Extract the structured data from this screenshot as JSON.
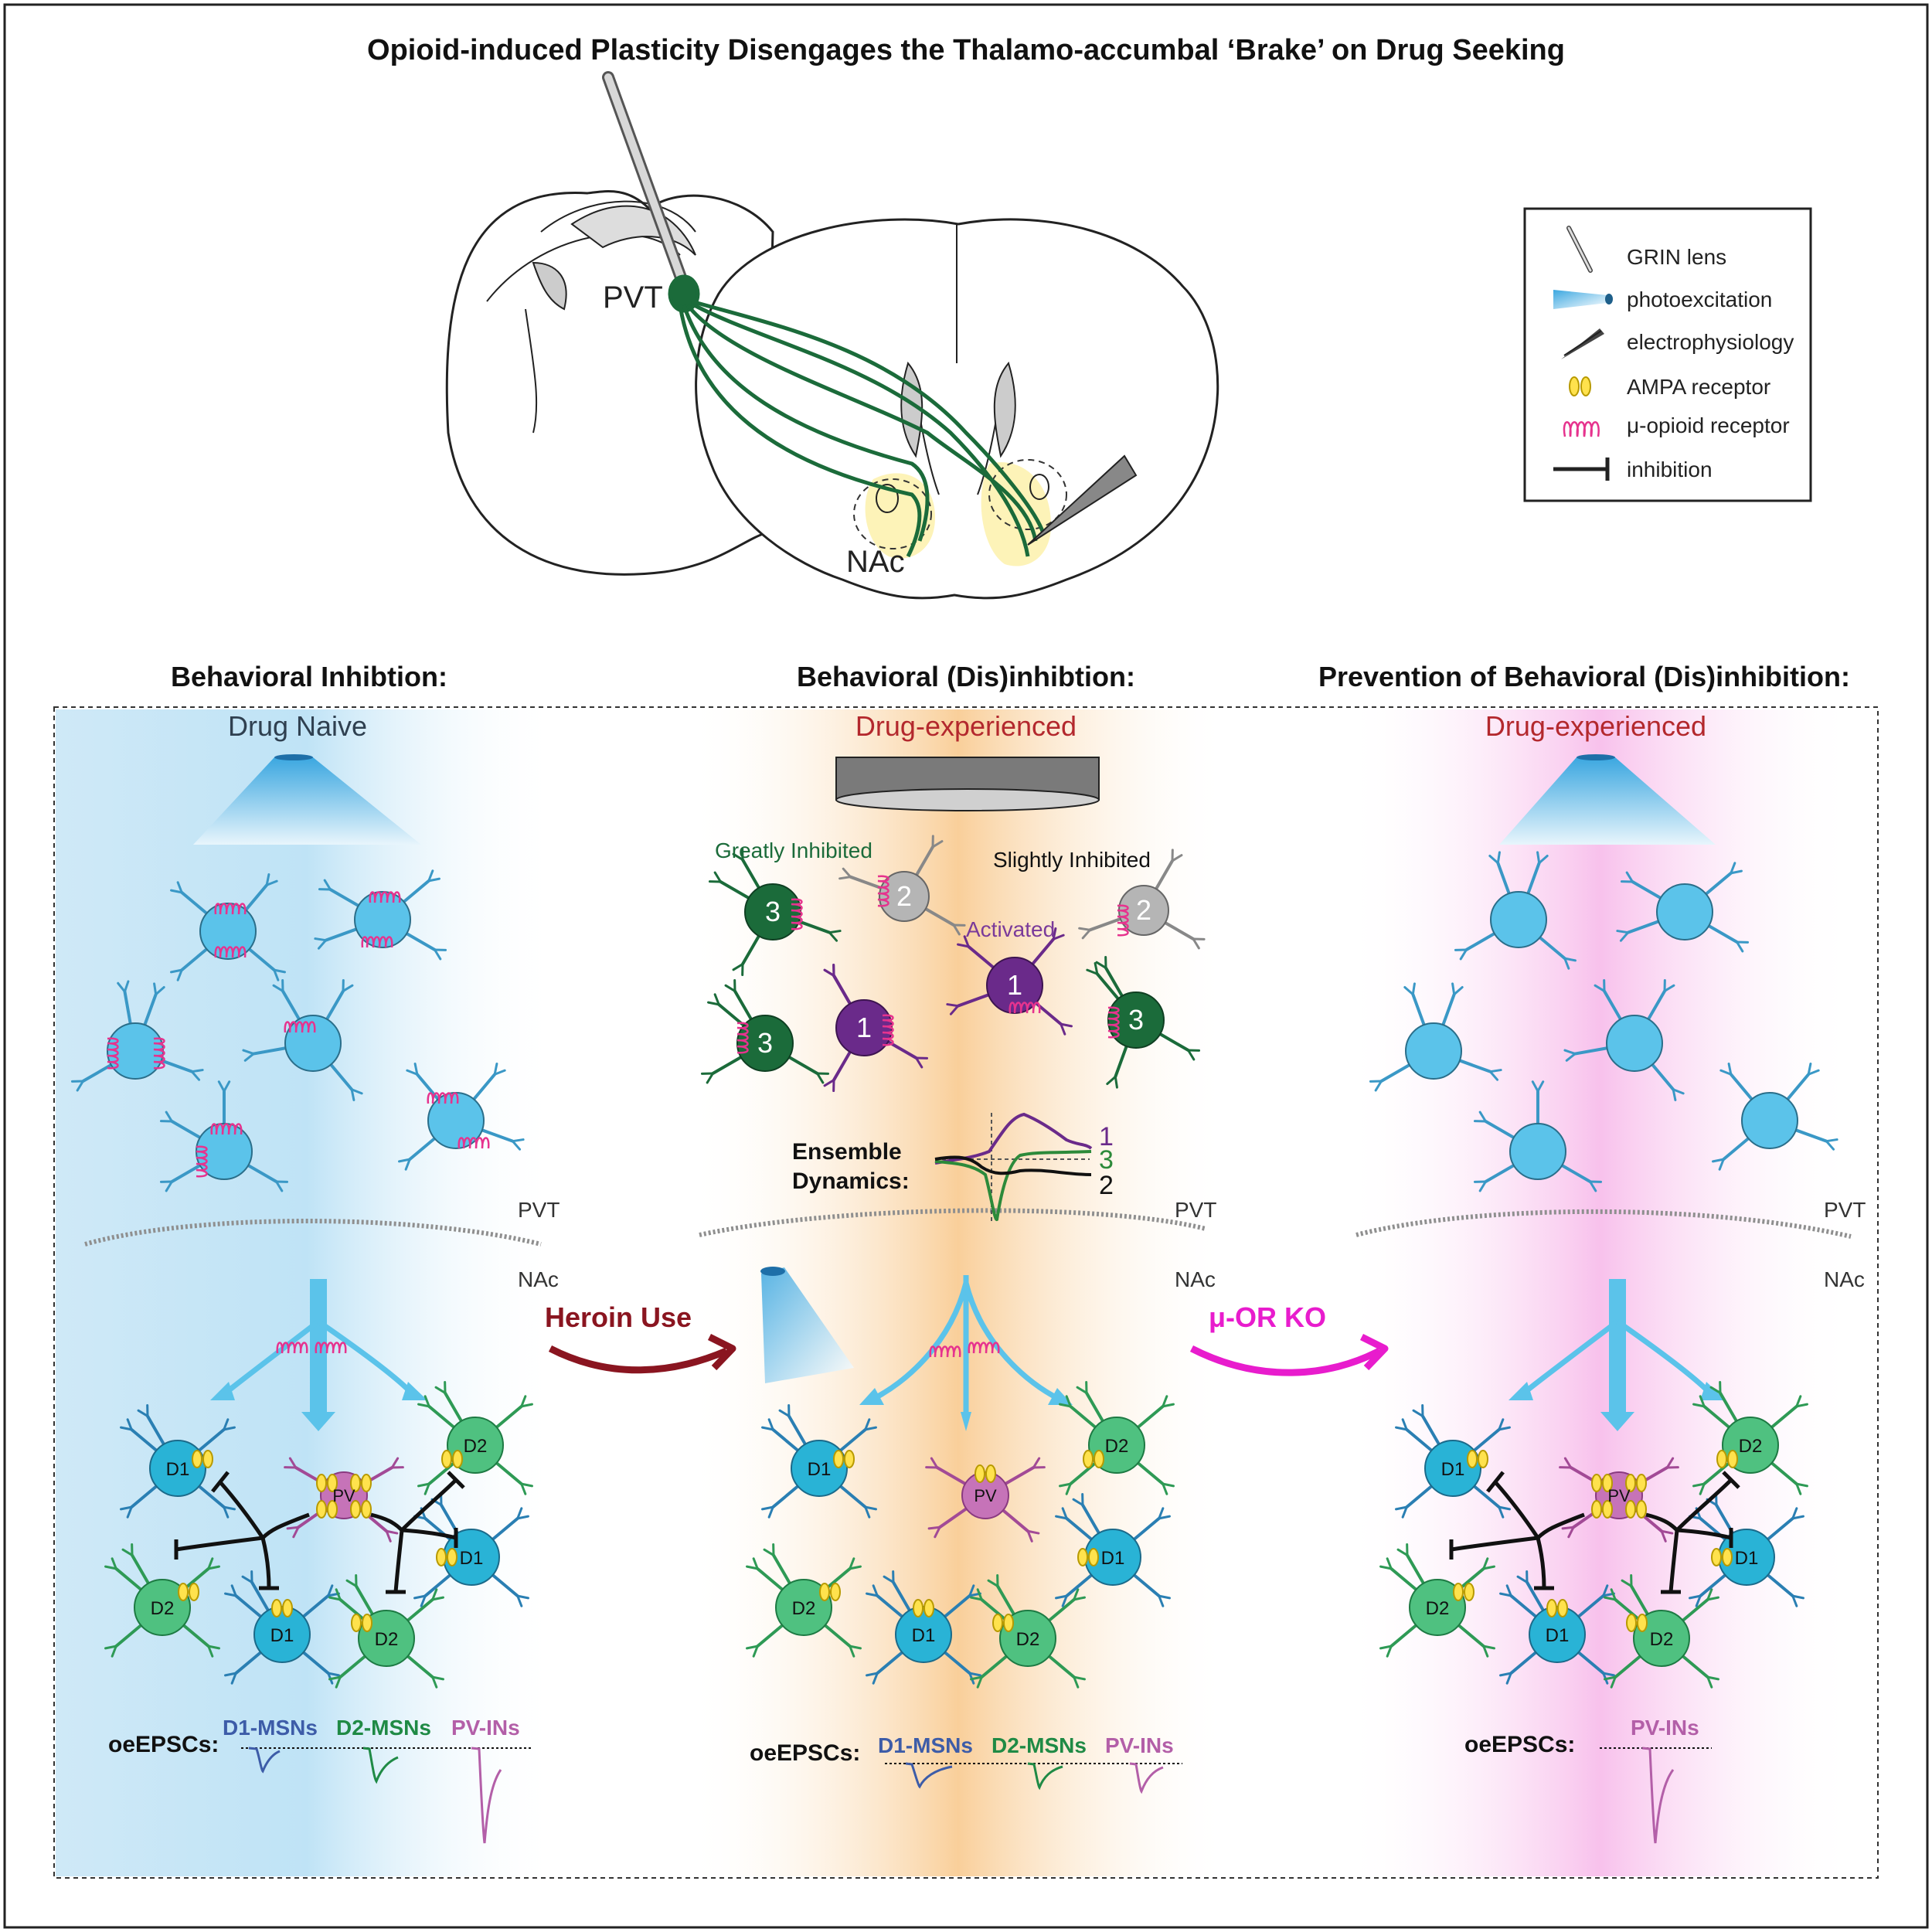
{
  "title": "Opioid-induced Plasticity Disengages the Thalamo-accumbal ‘Brake’ on Drug Seeking",
  "brain": {
    "pvt_label": "PVT",
    "nac_label": "NAc"
  },
  "legend": {
    "items": [
      {
        "icon": "grin-lens-icon",
        "label": "GRIN lens"
      },
      {
        "icon": "photoexcitation-icon",
        "label": "photoexcitation"
      },
      {
        "icon": "electrophysiology-icon",
        "label": "electrophysiology"
      },
      {
        "icon": "ampa-receptor-icon",
        "label": "AMPA receptor"
      },
      {
        "icon": "mu-opioid-receptor-icon",
        "label": "μ-opioid receptor"
      },
      {
        "icon": "inhibition-icon",
        "label": "inhibition"
      }
    ]
  },
  "panels": [
    {
      "heading": "Behavioral Inhibtion:",
      "condition": "Drug Naive",
      "condition_color": "#2f4050"
    },
    {
      "heading": "Behavioral (Dis)inhibtion:",
      "condition": "Drug-experienced",
      "condition_color": "#b3282d"
    },
    {
      "heading": "Prevention of Behavioral (Dis)inhibition:",
      "condition": "Drug-experienced",
      "condition_color": "#b3282d"
    }
  ],
  "region_labels": {
    "pvt": "PVT",
    "nac": "NAc"
  },
  "transitions": {
    "heroin": "Heroin Use",
    "muor_ko": "μ-OR KO"
  },
  "ensembles": {
    "greatly_inhibited": "Greatly Inhibited",
    "slightly_inhibited": "Slightly Inhibited",
    "activated": "Activated",
    "dynamics_label_1": "Ensemble",
    "dynamics_label_2": "Dynamics:",
    "trace_labels": [
      "1",
      "3",
      "2"
    ],
    "cell_numbers": [
      "1",
      "2",
      "3"
    ]
  },
  "cell_types": {
    "d1": "D1",
    "d2": "D2",
    "pv": "PV"
  },
  "oepsc": {
    "label": "oeEPSCs:",
    "d1": "D1-MSNs",
    "d2": "D2-MSNs",
    "pv": "PV-INs"
  },
  "colors": {
    "blue_cell": "#5bc3ea",
    "d1_fill": "#29b3d6",
    "d2_fill": "#4fc180",
    "pv_fill": "#c673b8",
    "receptor_pink": "#e6338e",
    "ampa_yellow": "#ffe24d",
    "pathway_green": "#1b6b3a",
    "activated_purple": "#6a2a8a",
    "gray_cell": "#b5b5b5",
    "heroin_arrow": "#8a1520",
    "ko_arrow": "#e81ccd",
    "d1_text": "#3d5ca8",
    "d2_text": "#1f8a45",
    "pv_text": "#b35fa8"
  }
}
